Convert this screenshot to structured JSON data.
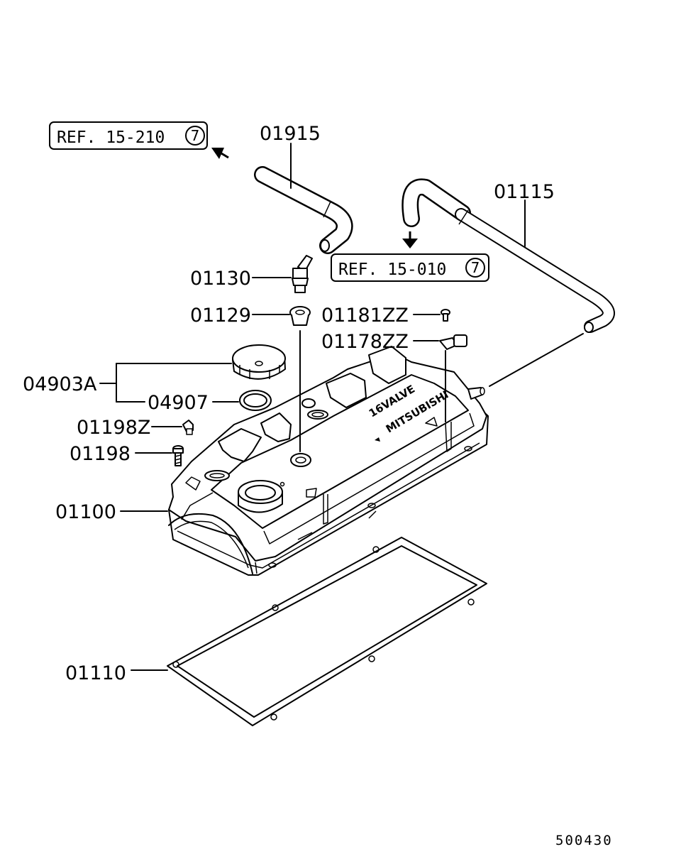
{
  "references": [
    {
      "text": "REF. 15-210",
      "circled": "7"
    },
    {
      "text": "REF. 15-010",
      "circled": "7"
    }
  ],
  "parts": [
    {
      "number": "01915"
    },
    {
      "number": "01115"
    },
    {
      "number": "01130"
    },
    {
      "number": "01129"
    },
    {
      "number": "01181ZZ"
    },
    {
      "number": "01178ZZ"
    },
    {
      "number": "04903A"
    },
    {
      "number": "04907"
    },
    {
      "number": "01198Z"
    },
    {
      "number": "01198"
    },
    {
      "number": "01100"
    },
    {
      "number": "01110"
    }
  ],
  "embossing": {
    "line1": "16VALVE",
    "line2": "MITSUBISHI"
  },
  "diagram_code": "500430"
}
